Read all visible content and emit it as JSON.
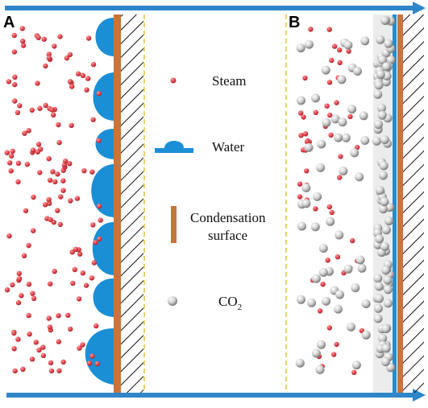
{
  "panels": {
    "a": "A",
    "b": "B"
  },
  "legend": {
    "steam": "Steam",
    "water": "Water",
    "surface_line1": "Condensation",
    "surface_line2": "surface",
    "co2_base": "CO",
    "co2_sub": "2"
  },
  "colors": {
    "flow_arrow": "#2e86c9",
    "steam": "#e0454d",
    "water": "#1b8fd6",
    "surface": "#c8743b",
    "wall_hatch": "#111111",
    "divider": "#e2c23a",
    "co2": "#c8c8c8"
  },
  "icons": {
    "steam": "red-dot-icon",
    "water": "water-droplet-icon",
    "surface": "brown-bar-icon",
    "co2": "grey-sphere-icon"
  }
}
